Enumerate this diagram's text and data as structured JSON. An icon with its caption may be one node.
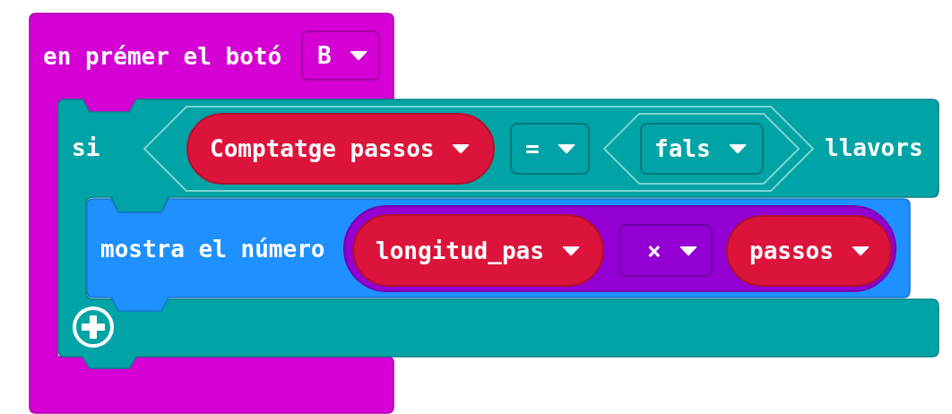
{
  "diagram": {
    "nodes": [
      {
        "text": [
          "en prémer el botó"
        ]
      },
      {
        "text": [
          "B"
        ],
        "in": 0
      },
      {
        "text": [
          "si",
          "llavors"
        ]
      },
      {
        "text": [],
        "shape": "hexagon",
        "in": 2
      },
      {
        "text": [
          "Comptatge passos"
        ],
        "in": 3
      },
      {
        "text": [
          "="
        ],
        "in": 3
      },
      {
        "text": [],
        "shape": "hexagon",
        "in": 3
      },
      {
        "text": [
          "fals"
        ],
        "in": 6
      },
      {
        "text": [
          "mostra el número"
        ],
        "in": 2
      },
      {
        "text": [],
        "shape": "pill",
        "in": 8
      },
      {
        "text": [
          "longitud_pas"
        ],
        "in": 9
      },
      {
        "text": [
          "×"
        ],
        "in": 9
      },
      {
        "text": [
          "passos"
        ],
        "in": 9
      }
    ]
  }
}
